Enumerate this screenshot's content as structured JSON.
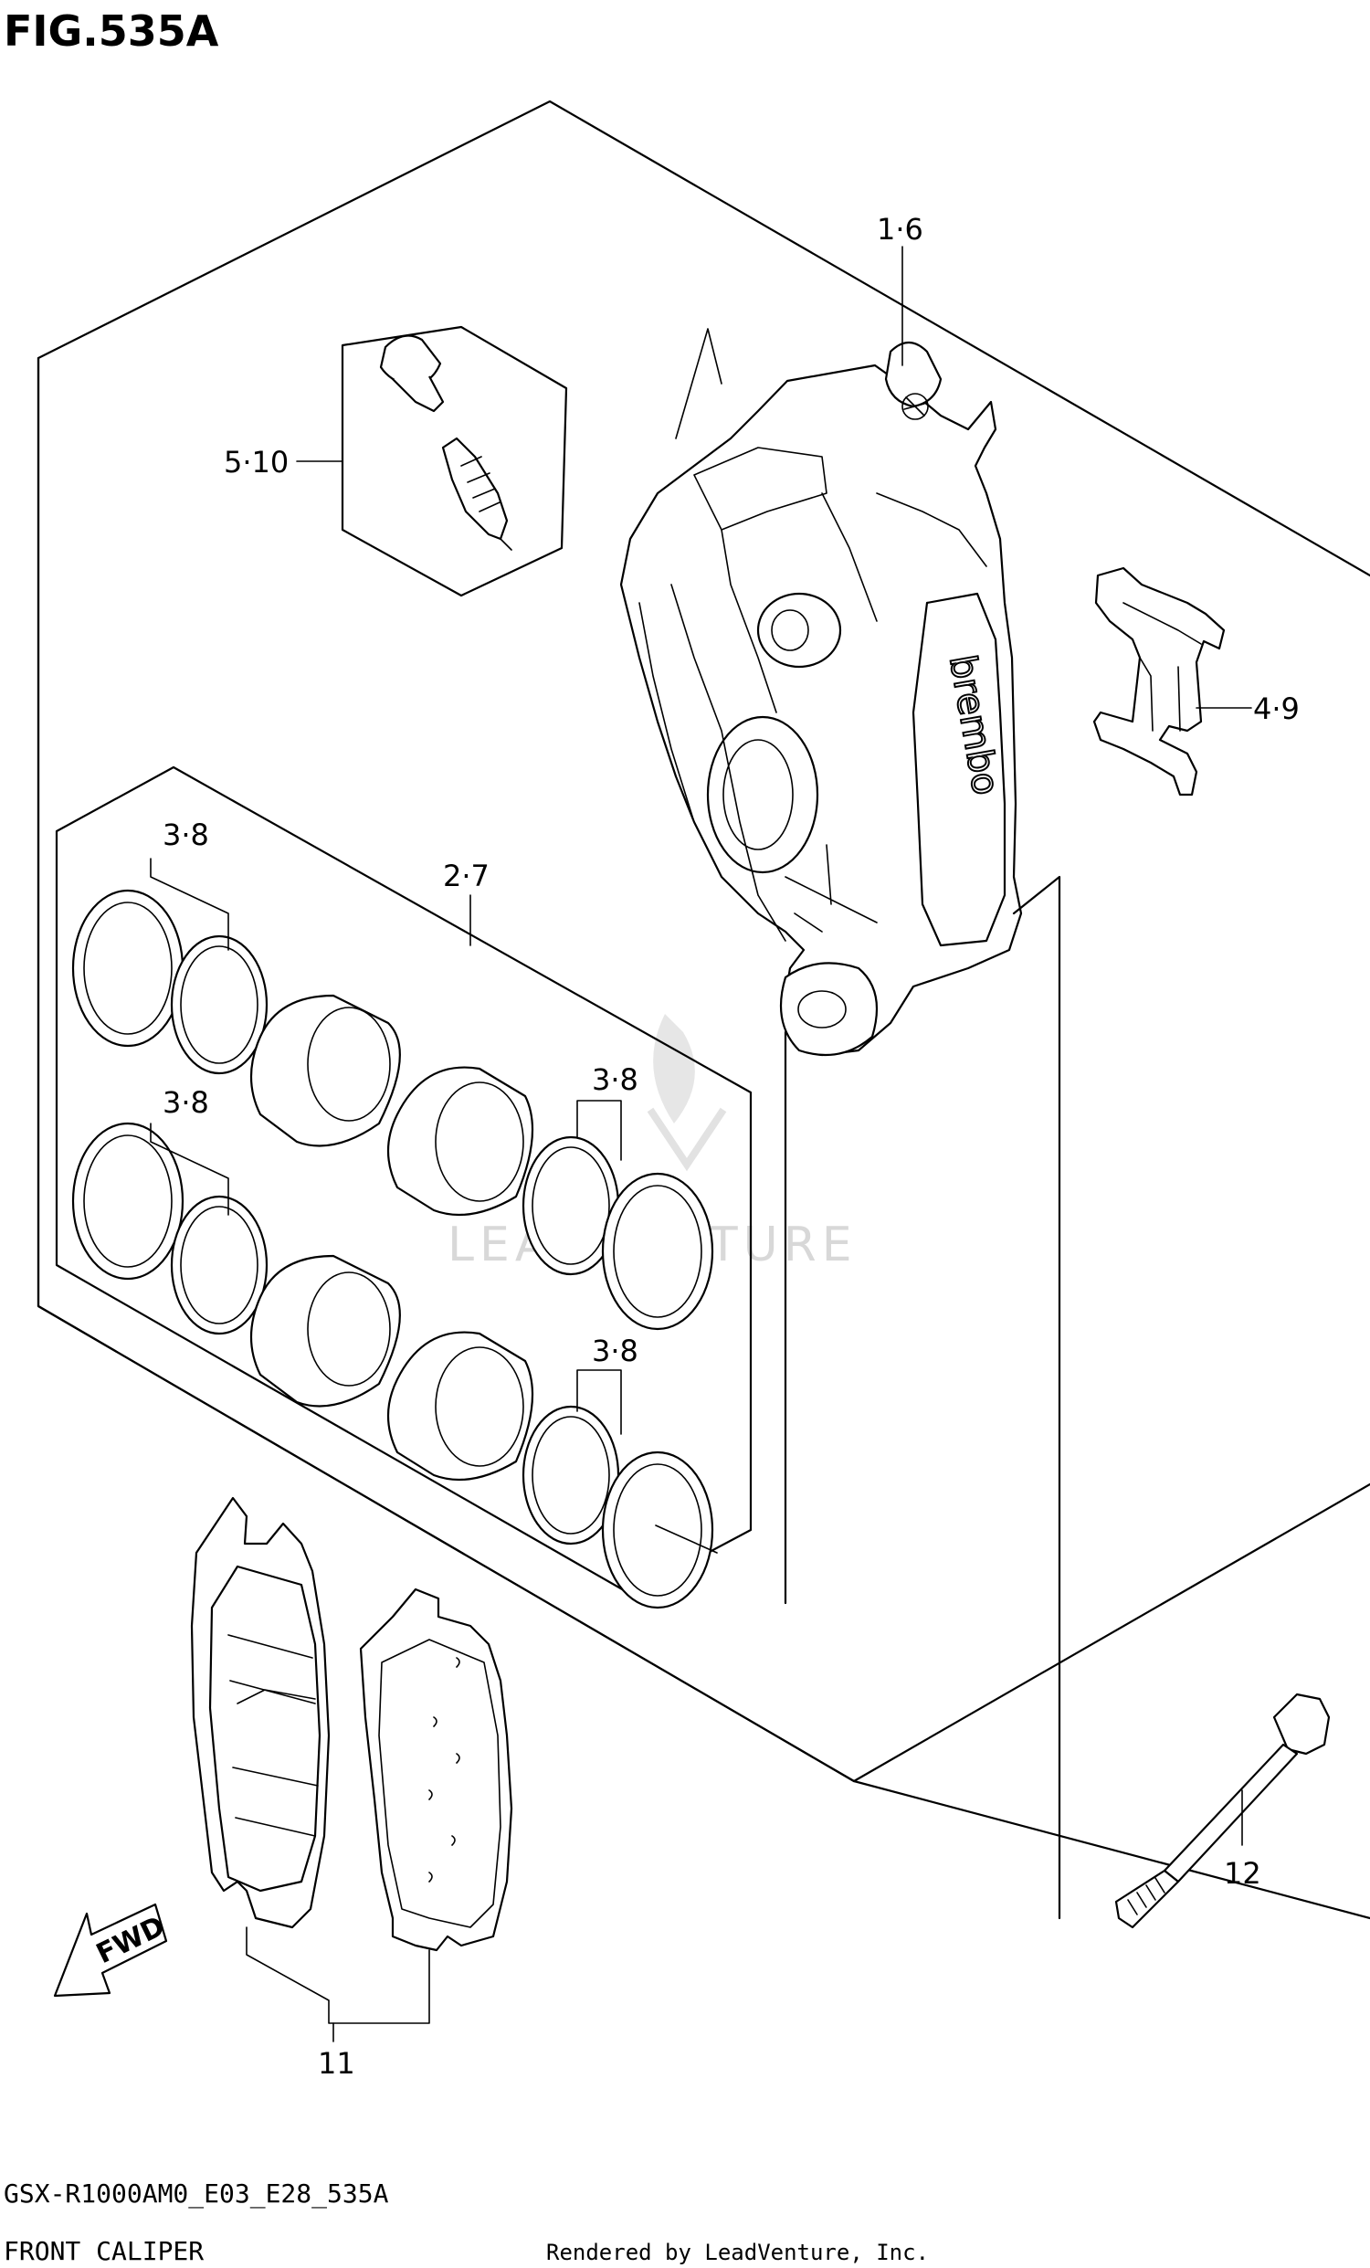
{
  "figure": {
    "title": "FIG.535A",
    "model_code": "GSX-R1000AM0_E03_E28_535A",
    "section_name": "FRONT CALIPER",
    "rendered_by": "Rendered by LeadVenture, Inc.",
    "watermark": "LEADVENTURE",
    "brand_on_caliper": "brembo",
    "direction_label": "FWD"
  },
  "callouts": {
    "caliper_assy": "1·6",
    "bleeder_set": "5·10",
    "pad_spring": "4·9",
    "piston_set": "2·7",
    "seal_top_left": "3·8",
    "seal_mid_left": "3·8",
    "seal_mid_right": "3·8",
    "seal_bottom_right": "3·8",
    "pad_set": "11",
    "mounting_bolt": "12"
  }
}
